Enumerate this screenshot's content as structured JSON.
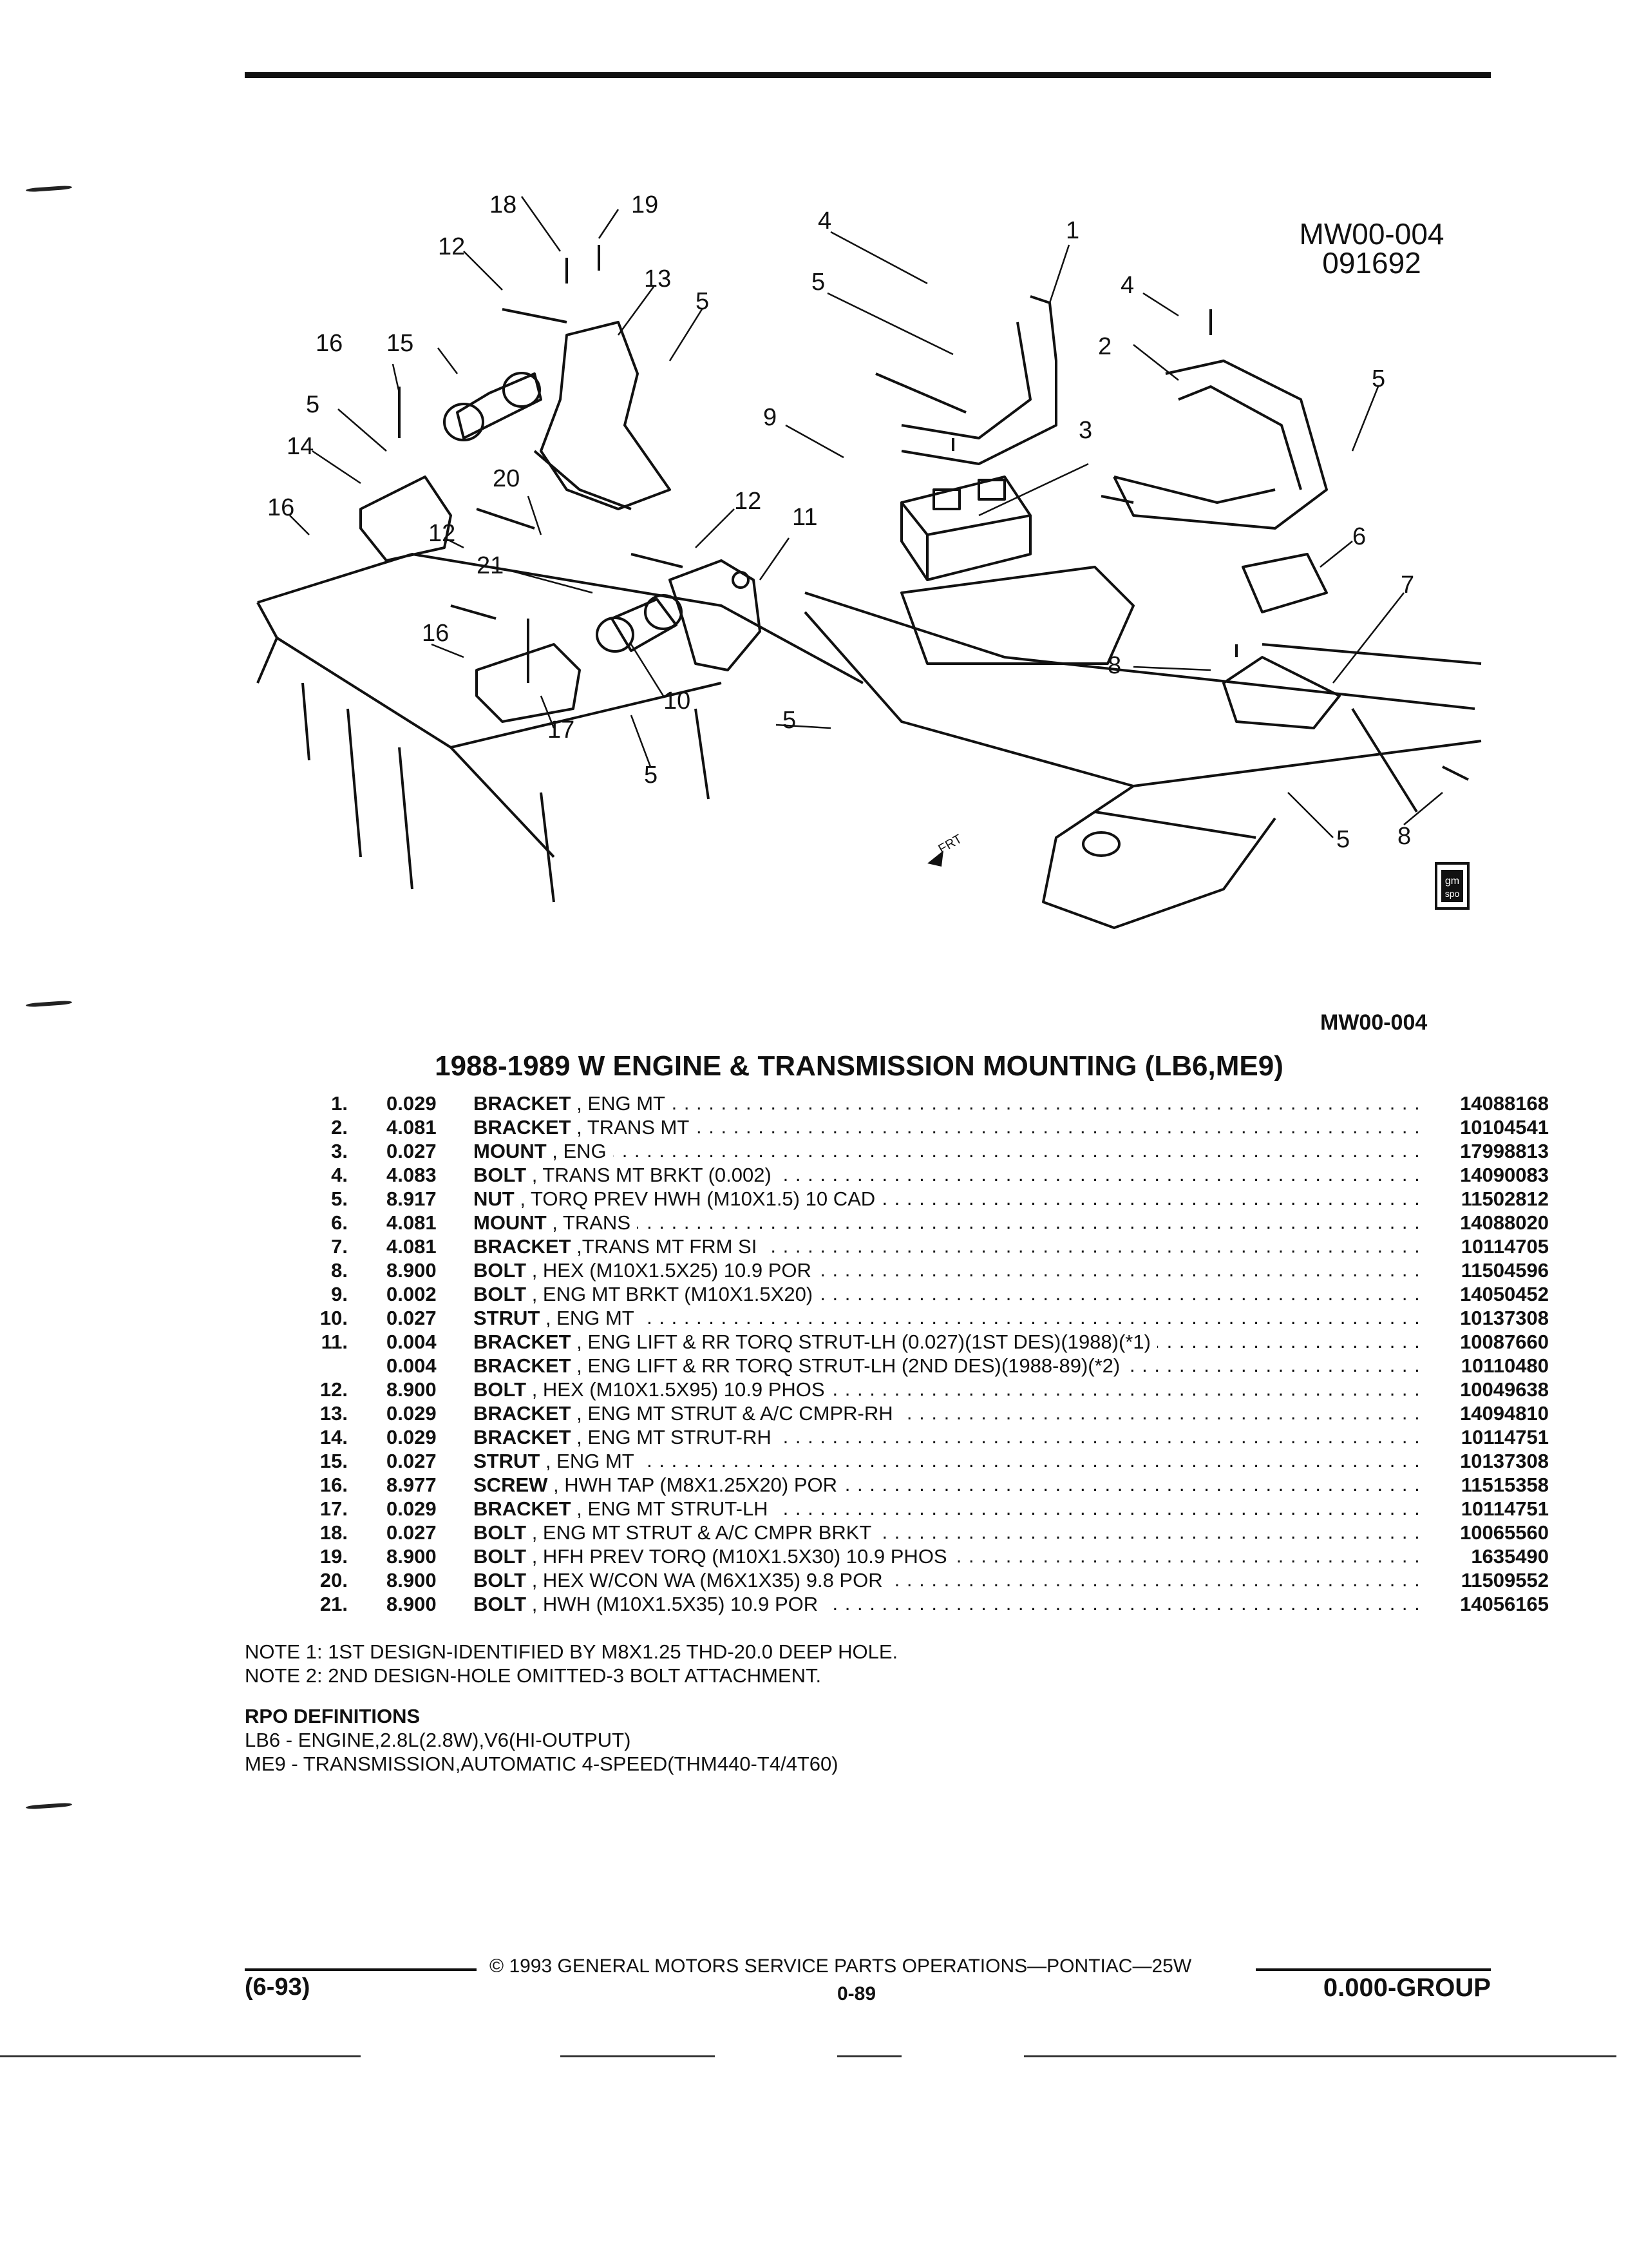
{
  "figure": {
    "code": "MW00-004",
    "date": "091692",
    "code_below": "MW00-004",
    "logo_line1": "gm",
    "logo_line2": "spo",
    "frt_label": "FRT"
  },
  "callouts": [
    "18",
    "19",
    "12",
    "13",
    "5",
    "16",
    "15",
    "5",
    "14",
    "16",
    "20",
    "12",
    "21",
    "16",
    "10",
    "17",
    "5",
    "4",
    "1",
    "5",
    "9",
    "12",
    "11",
    "5",
    "4",
    "2",
    "5",
    "3",
    "6",
    "7",
    "8",
    "8",
    "5"
  ],
  "title": "1988-1989 W ENGINE & TRANSMISSION MOUNTING (LB6,ME9)",
  "parts": [
    {
      "num": "1.",
      "qty": "0.029",
      "name": "BRACKET",
      "desc": " , ENG MT",
      "pn": "14088168"
    },
    {
      "num": "2.",
      "qty": "4.081",
      "name": "BRACKET",
      "desc": " , TRANS MT",
      "pn": "10104541"
    },
    {
      "num": "3.",
      "qty": "0.027",
      "name": "MOUNT",
      "desc": " , ENG",
      "pn": "17998813"
    },
    {
      "num": "4.",
      "qty": "4.083",
      "name": "BOLT",
      "desc": " , TRANS MT BRKT (0.002)",
      "pn": "14090083"
    },
    {
      "num": "5.",
      "qty": "8.917",
      "name": "NUT",
      "desc": " , TORQ PREV HWH (M10X1.5) 10 CAD",
      "pn": "11502812"
    },
    {
      "num": "6.",
      "qty": "4.081",
      "name": "MOUNT",
      "desc": " , TRANS",
      "pn": "14088020"
    },
    {
      "num": "7.",
      "qty": "4.081",
      "name": "BRACKET",
      "desc": " ,TRANS MT FRM SI",
      "pn": "10114705"
    },
    {
      "num": "8.",
      "qty": "8.900",
      "name": "BOLT",
      "desc": " , HEX (M10X1.5X25) 10.9 POR",
      "pn": "11504596"
    },
    {
      "num": "9.",
      "qty": "0.002",
      "name": "BOLT",
      "desc": " , ENG MT BRKT (M10X1.5X20)",
      "pn": "14050452"
    },
    {
      "num": "10.",
      "qty": "0.027",
      "name": "STRUT",
      "desc": " , ENG MT",
      "pn": "10137308"
    },
    {
      "num": "11.",
      "qty": "0.004",
      "name": "BRACKET",
      "desc": " , ENG LIFT & RR TORQ STRUT-LH (0.027)(1ST DES)(1988)(*1)",
      "pn": "10087660"
    },
    {
      "num": "",
      "qty": "0.004",
      "name": "BRACKET",
      "desc": " , ENG LIFT & RR TORQ STRUT-LH (2ND DES)(1988-89)(*2)",
      "pn": "10110480"
    },
    {
      "num": "12.",
      "qty": "8.900",
      "name": "BOLT",
      "desc": " , HEX (M10X1.5X95) 10.9 PHOS",
      "pn": "10049638"
    },
    {
      "num": "13.",
      "qty": "0.029",
      "name": "BRACKET",
      "desc": " , ENG MT STRUT & A/C CMPR-RH",
      "pn": "14094810"
    },
    {
      "num": "14.",
      "qty": "0.029",
      "name": "BRACKET",
      "desc": " , ENG MT STRUT-RH",
      "pn": "10114751"
    },
    {
      "num": "15.",
      "qty": "0.027",
      "name": "STRUT",
      "desc": " , ENG MT",
      "pn": "10137308"
    },
    {
      "num": "16.",
      "qty": "8.977",
      "name": "SCREW",
      "desc": " , HWH TAP (M8X1.25X20) POR",
      "pn": "11515358"
    },
    {
      "num": "17.",
      "qty": "0.029",
      "name": "BRACKET",
      "desc": " , ENG MT STRUT-LH",
      "pn": "10114751"
    },
    {
      "num": "18.",
      "qty": "0.027",
      "name": "BOLT",
      "desc": " , ENG MT STRUT & A/C CMPR BRKT",
      "pn": "10065560"
    },
    {
      "num": "19.",
      "qty": "8.900",
      "name": "BOLT",
      "desc": " , HFH PREV TORQ (M10X1.5X30) 10.9 PHOS",
      "pn": "1635490"
    },
    {
      "num": "20.",
      "qty": "8.900",
      "name": "BOLT",
      "desc": " , HEX W/CON WA (M6X1X35) 9.8 POR",
      "pn": "11509552"
    },
    {
      "num": "21.",
      "qty": "8.900",
      "name": "BOLT",
      "desc": " , HWH (M10X1.5X35) 10.9 POR",
      "pn": "14056165"
    }
  ],
  "notes": [
    "NOTE  1:  1ST DESIGN-IDENTIFIED BY M8X1.25 THD-20.0 DEEP HOLE.",
    "NOTE  2:  2ND DESIGN-HOLE OMITTED-3 BOLT ATTACHMENT."
  ],
  "rpo": {
    "heading": "RPO DEFINITIONS",
    "lines": [
      "LB6 - ENGINE,2.8L(2.8W),V6(HI-OUTPUT)",
      "ME9 - TRANSMISSION,AUTOMATIC 4-SPEED(THM440-T4/4T60)"
    ]
  },
  "footer": {
    "copyright": "©  1993  GENERAL MOTORS SERVICE PARTS OPERATIONS—PONTIAC—25W",
    "revision": "(6-93)",
    "page": "0-89",
    "group": "0.000-GROUP"
  }
}
